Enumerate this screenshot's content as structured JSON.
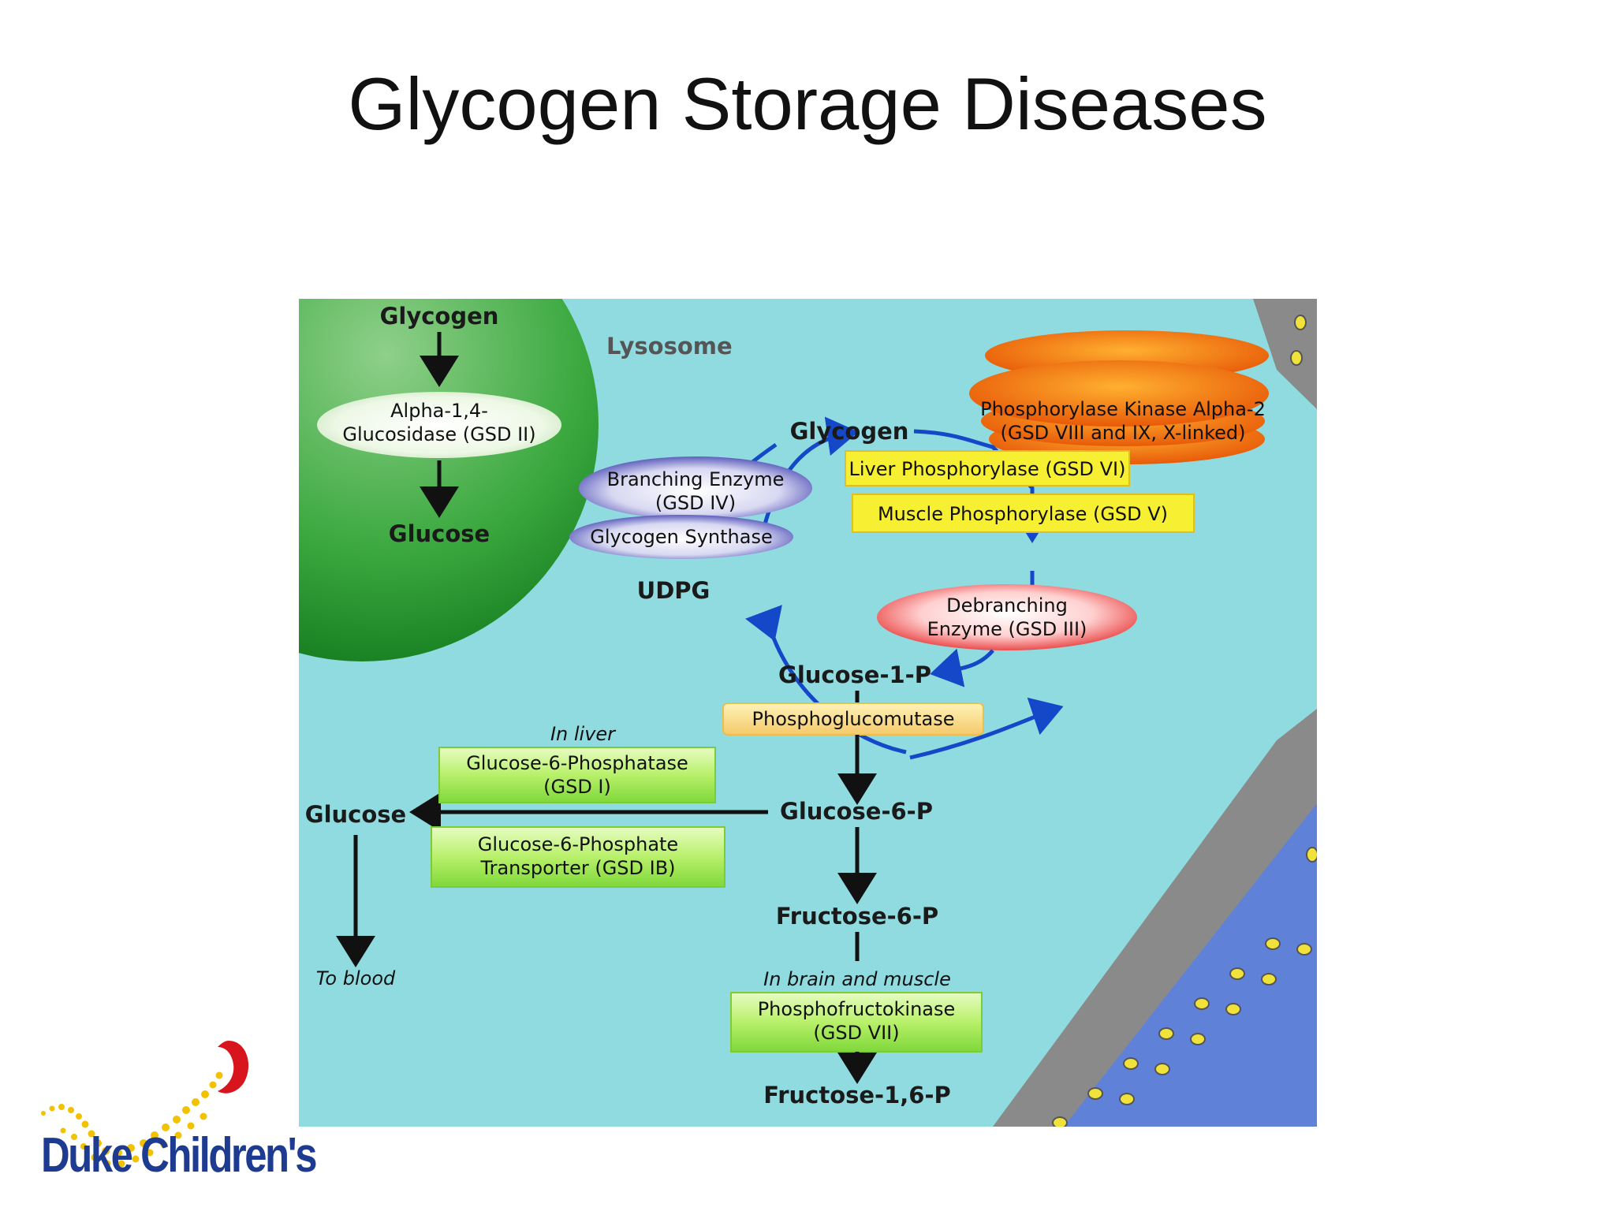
{
  "slide": {
    "title": "Glycogen Storage Diseases"
  },
  "diagram": {
    "compartments": {
      "lysosome": "Lysosome"
    },
    "lysosome_path": {
      "glycogen": "Glycogen",
      "enzyme_line1": "Alpha-1,4-",
      "enzyme_line2": "Glucosidase (GSD II)",
      "glucose": "Glucose"
    },
    "metabolites": {
      "glycogen": "Glycogen",
      "udpg": "UDPG",
      "glucose_1_p": "Glucose-1-P",
      "glucose_6_p": "Glucose-6-P",
      "fructose_6_p": "Fructose-6-P",
      "fructose_1_6_p": "Fructose-1,6-P",
      "glucose": "Glucose"
    },
    "enzymes": {
      "branching_line1": "Branching Enzyme",
      "branching_line2": "(GSD IV)",
      "glycogen_synthase": "Glycogen Synthase",
      "phosphorylase_kinase_line1": "Phosphorylase Kinase Alpha-2",
      "phosphorylase_kinase_line2": "(GSD VIII and IX, X-linked)",
      "liver_phosphorylase": "Liver Phosphorylase (GSD VI)",
      "muscle_phosphorylase": "Muscle Phosphorylase (GSD V)",
      "debranching_line1": "Debranching",
      "debranching_line2": "Enzyme (GSD III)",
      "phosphoglucomutase": "Phosphoglucomutase",
      "g6pase_line1": "Glucose-6-Phosphatase",
      "g6pase_line2": "(GSD I)",
      "g6p_transporter_line1": "Glucose-6-Phosphate",
      "g6p_transporter_line2": "Transporter (GSD IB)",
      "pfk_line1": "Phosphofructokinase",
      "pfk_line2": "(GSD VII)"
    },
    "notes": {
      "in_liver": "In liver",
      "to_blood": "To blood",
      "in_brain_muscle": "In brain and muscle"
    },
    "colors": {
      "cytoplasm": "#8fdbe0",
      "lysosome": "#1f8f2a",
      "enzyme_green": "#b8f06a",
      "enzyme_yellow": "#f7f032",
      "kinase_orange": "#f07a10",
      "branching_blue": "#3f3fb0",
      "debranching_red": "#e63030",
      "membrane_gray": "#8a8a8a",
      "extracellular_blue": "#5f82d8",
      "arrow_blue": "#1448c8"
    }
  },
  "logo": {
    "text": "Duke Children's"
  }
}
